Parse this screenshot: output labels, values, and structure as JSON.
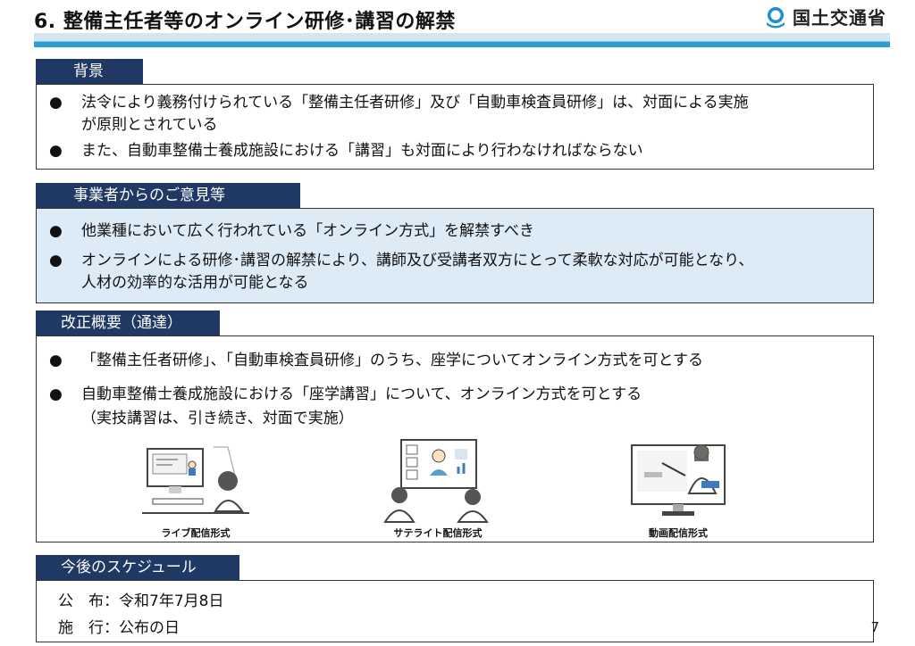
{
  "header": {
    "title": "6. 整備主任者等のオンライン研修･講習の解禁",
    "logo_text": "国土交通省"
  },
  "sections": {
    "background": {
      "label": "背景",
      "bullets": [
        [
          "法令により義務付けられている「整備主任者研修」及び「自動車検査員研修」は、対面による実施",
          "が原則とされている"
        ],
        [
          "また、自動車整備士養成施設における「講習」も対面により行わなければならない"
        ]
      ]
    },
    "opinions": {
      "label": "事業者からのご意見等",
      "bullets": [
        [
          "他業種において広く行われている「オンライン方式」を解禁すべき"
        ],
        [
          "オンラインによる研修･講習の解禁により、講師及び受講者双方にとって柔軟な対応が可能となり、",
          "人材の効率的な活用が可能となる"
        ]
      ]
    },
    "revision": {
      "label": "改正概要（通達）",
      "bullets": [
        [
          "「整備主任者研修」、「自動車検査員研修」のうち、座学についてオンライン方式を可とする"
        ],
        [
          "自動車整備士養成施設における「座学講習」について、オンライン方式を可とする",
          "（実技講習は、引き続き、対面で実施）"
        ]
      ],
      "captions": [
        "ライブ配信形式",
        "サテライト配信形式",
        "動画配信形式"
      ]
    },
    "schedule": {
      "label": "今後のスケジュール",
      "rows": [
        "公　布：令和7年7月8日",
        "施　行：公布の日"
      ]
    }
  },
  "bullet_symbol": "●",
  "page_number": "7",
  "colors": {
    "label_bg": "#1f3864",
    "accent_line": "#2e9ed0",
    "highlight_box": "#ddebf7"
  }
}
